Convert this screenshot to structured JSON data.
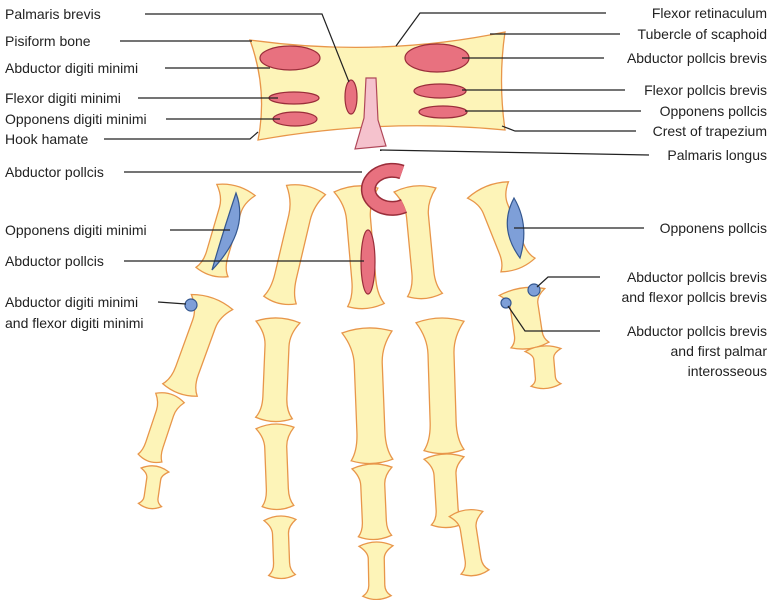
{
  "title": "Muscle attachments on the palmar surface of the hand bones",
  "colors": {
    "bone": "#fdf4b8",
    "bone_outline": "#e8964a",
    "muscle": "#e8717f",
    "muscle_light": "#f5c2cd",
    "insertion_blue": "#7e9fd8"
  },
  "left_labels": {
    "palmaris_brevis": "Palmaris brevis",
    "pisiform_bone": "Pisiform bone",
    "abductor_digiti_minimi": "Abductor digiti minimi",
    "flexor_digiti_minimi": "Flexor digiti minimi",
    "opponens_digiti_minimi": "Opponens digiti minimi",
    "hook_hamate": "Hook hamate",
    "abductor_pollcis_1": "Abductor pollcis",
    "opponens_digiti_minimi_2": "Opponens digiti minimi",
    "abductor_pollcis_2": "Abductor pollcis",
    "abd_flex_digiti_minimi_line1": "Abductor digiti minimi",
    "abd_flex_digiti_minimi_line2": "and flexor digiti minimi"
  },
  "right_labels": {
    "flexor_retinaculum": "Flexor retinaculum",
    "tubercle_of_scaphoid": "Tubercle of scaphoid",
    "abductor_pollcis_brevis": "Abductor pollcis brevis",
    "flexor_pollcis_brevis": "Flexor pollcis brevis",
    "opponens_pollcis": "Opponens pollcis",
    "crest_of_trapezium": "Crest of trapezium",
    "palmaris_longus": "Palmaris longus",
    "opponens_pollcis_2": "Opponens pollcis",
    "apb_fpb_line1": "Abductor pollcis brevis",
    "apb_fpb_line2": "and flexor pollcis brevis",
    "apb_fpi_line1": "Abductor pollcis brevis",
    "apb_fpi_line2": "and first palmar",
    "apb_fpi_line3": "interosseous"
  }
}
